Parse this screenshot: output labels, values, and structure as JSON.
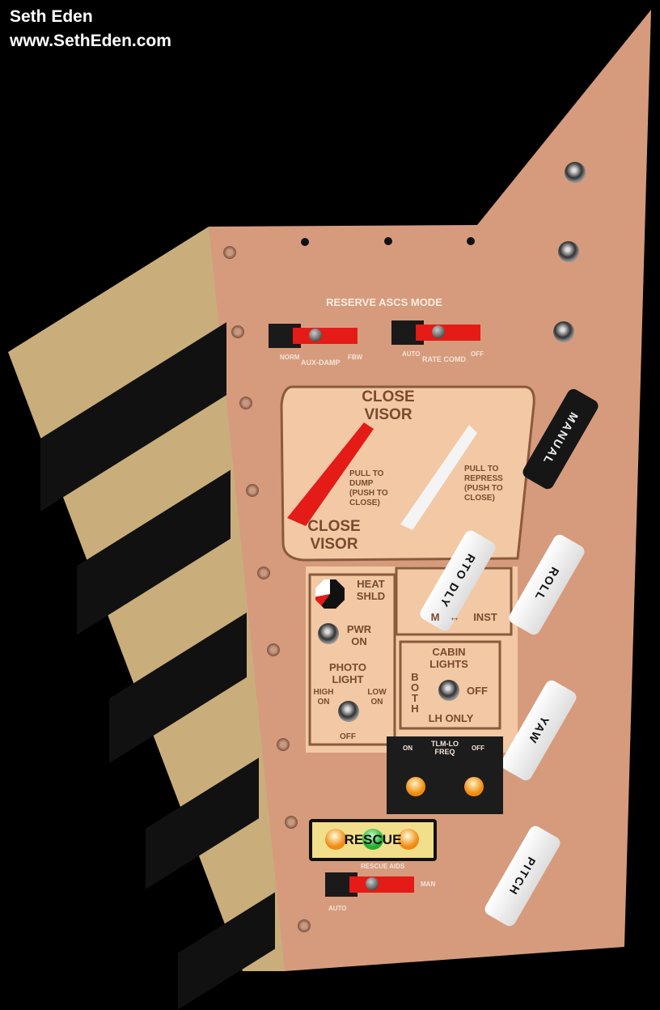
{
  "credit": {
    "name": "Seth Eden",
    "url": "www.SethEden.com"
  },
  "colors": {
    "panel": "#d69b7c",
    "side_panel": "#c9ae7c",
    "switch_red": "#e41b17"
  },
  "reserve_ascs": {
    "title": "RESERVE ASCS MODE",
    "aux_damp": {
      "label": "AUX-DAMP",
      "left": "NORM",
      "right": "FBW"
    },
    "rate_comd": {
      "label": "RATE COMD",
      "left": "AUTO",
      "right": "OFF"
    }
  },
  "visor": {
    "top_label": "CLOSE VISOR",
    "bottom_label": "CLOSE VISOR",
    "dump": "PULL TO DUMP (PUSH TO CLOSE)",
    "repress": "PULL TO REPRESS (PUSH TO CLOSE)"
  },
  "handles": {
    "manual": "MANUAL",
    "roll": "ROLL",
    "yaw": "YAW",
    "pitch": "PITCH",
    "rto_dly": "RTO DLY"
  },
  "heat_shld": {
    "label": "HEAT SHLD",
    "pwr_on": "PWR ON",
    "photo_light": "PHOTO LIGHT",
    "high_on": "HIGH ON",
    "low_on": "LOW ON",
    "off": "OFF"
  },
  "timer": {
    "m": "M",
    "inst": "INST"
  },
  "cabin_lights": {
    "label": "CABIN LIGHTS",
    "both": "BOTH",
    "off": "OFF",
    "lh_only": "LH ONLY"
  },
  "tlm": {
    "label": "TLM-LO FREQ",
    "on": "ON",
    "off": "OFF"
  },
  "rescue": {
    "label": "RESCUE",
    "aids": "RESCUE AIDS",
    "auto": "AUTO",
    "man": "MAN"
  }
}
